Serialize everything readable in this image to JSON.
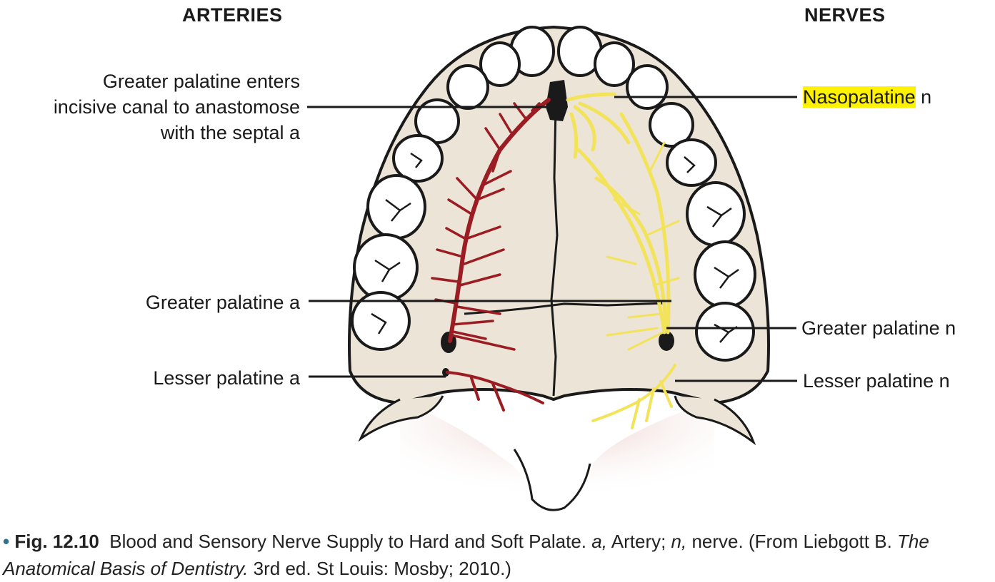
{
  "headings": {
    "arteries": "ARTERIES",
    "nerves": "NERVES"
  },
  "labels": {
    "incisive_line1": "Greater palatine enters",
    "incisive_line2": "incisive canal to anastomose",
    "incisive_line3": "with the septal a",
    "greater_palatine_a": "Greater palatine a",
    "lesser_palatine_a": "Lesser palatine a",
    "nasopalatine": "Nasopalatine",
    "nasopalatine_suffix": " n",
    "greater_palatine_n": "Greater palatine n",
    "lesser_palatine_n": "Lesser palatine n"
  },
  "caption": {
    "bullet": "•",
    "fig_number": "Fig. 12.10",
    "title": "Blood and Sensory Nerve Supply to Hard and Soft Palate.",
    "key_a": "a,",
    "key_a_text": " Artery; ",
    "key_n": "n,",
    "key_n_text": " nerve. (From Liebgott B. ",
    "book": "The Anatomical Basis of Dentistry.",
    "rest": " 3rd ed. St Louis: Mosby; 2010.)"
  },
  "colors": {
    "artery": "#9b1c22",
    "nerve": "#f2e35a",
    "palate": "#ece4d6",
    "soft_palate": "#f0dcd6",
    "highlight": "#fff200",
    "outline": "#1a1a1a"
  }
}
